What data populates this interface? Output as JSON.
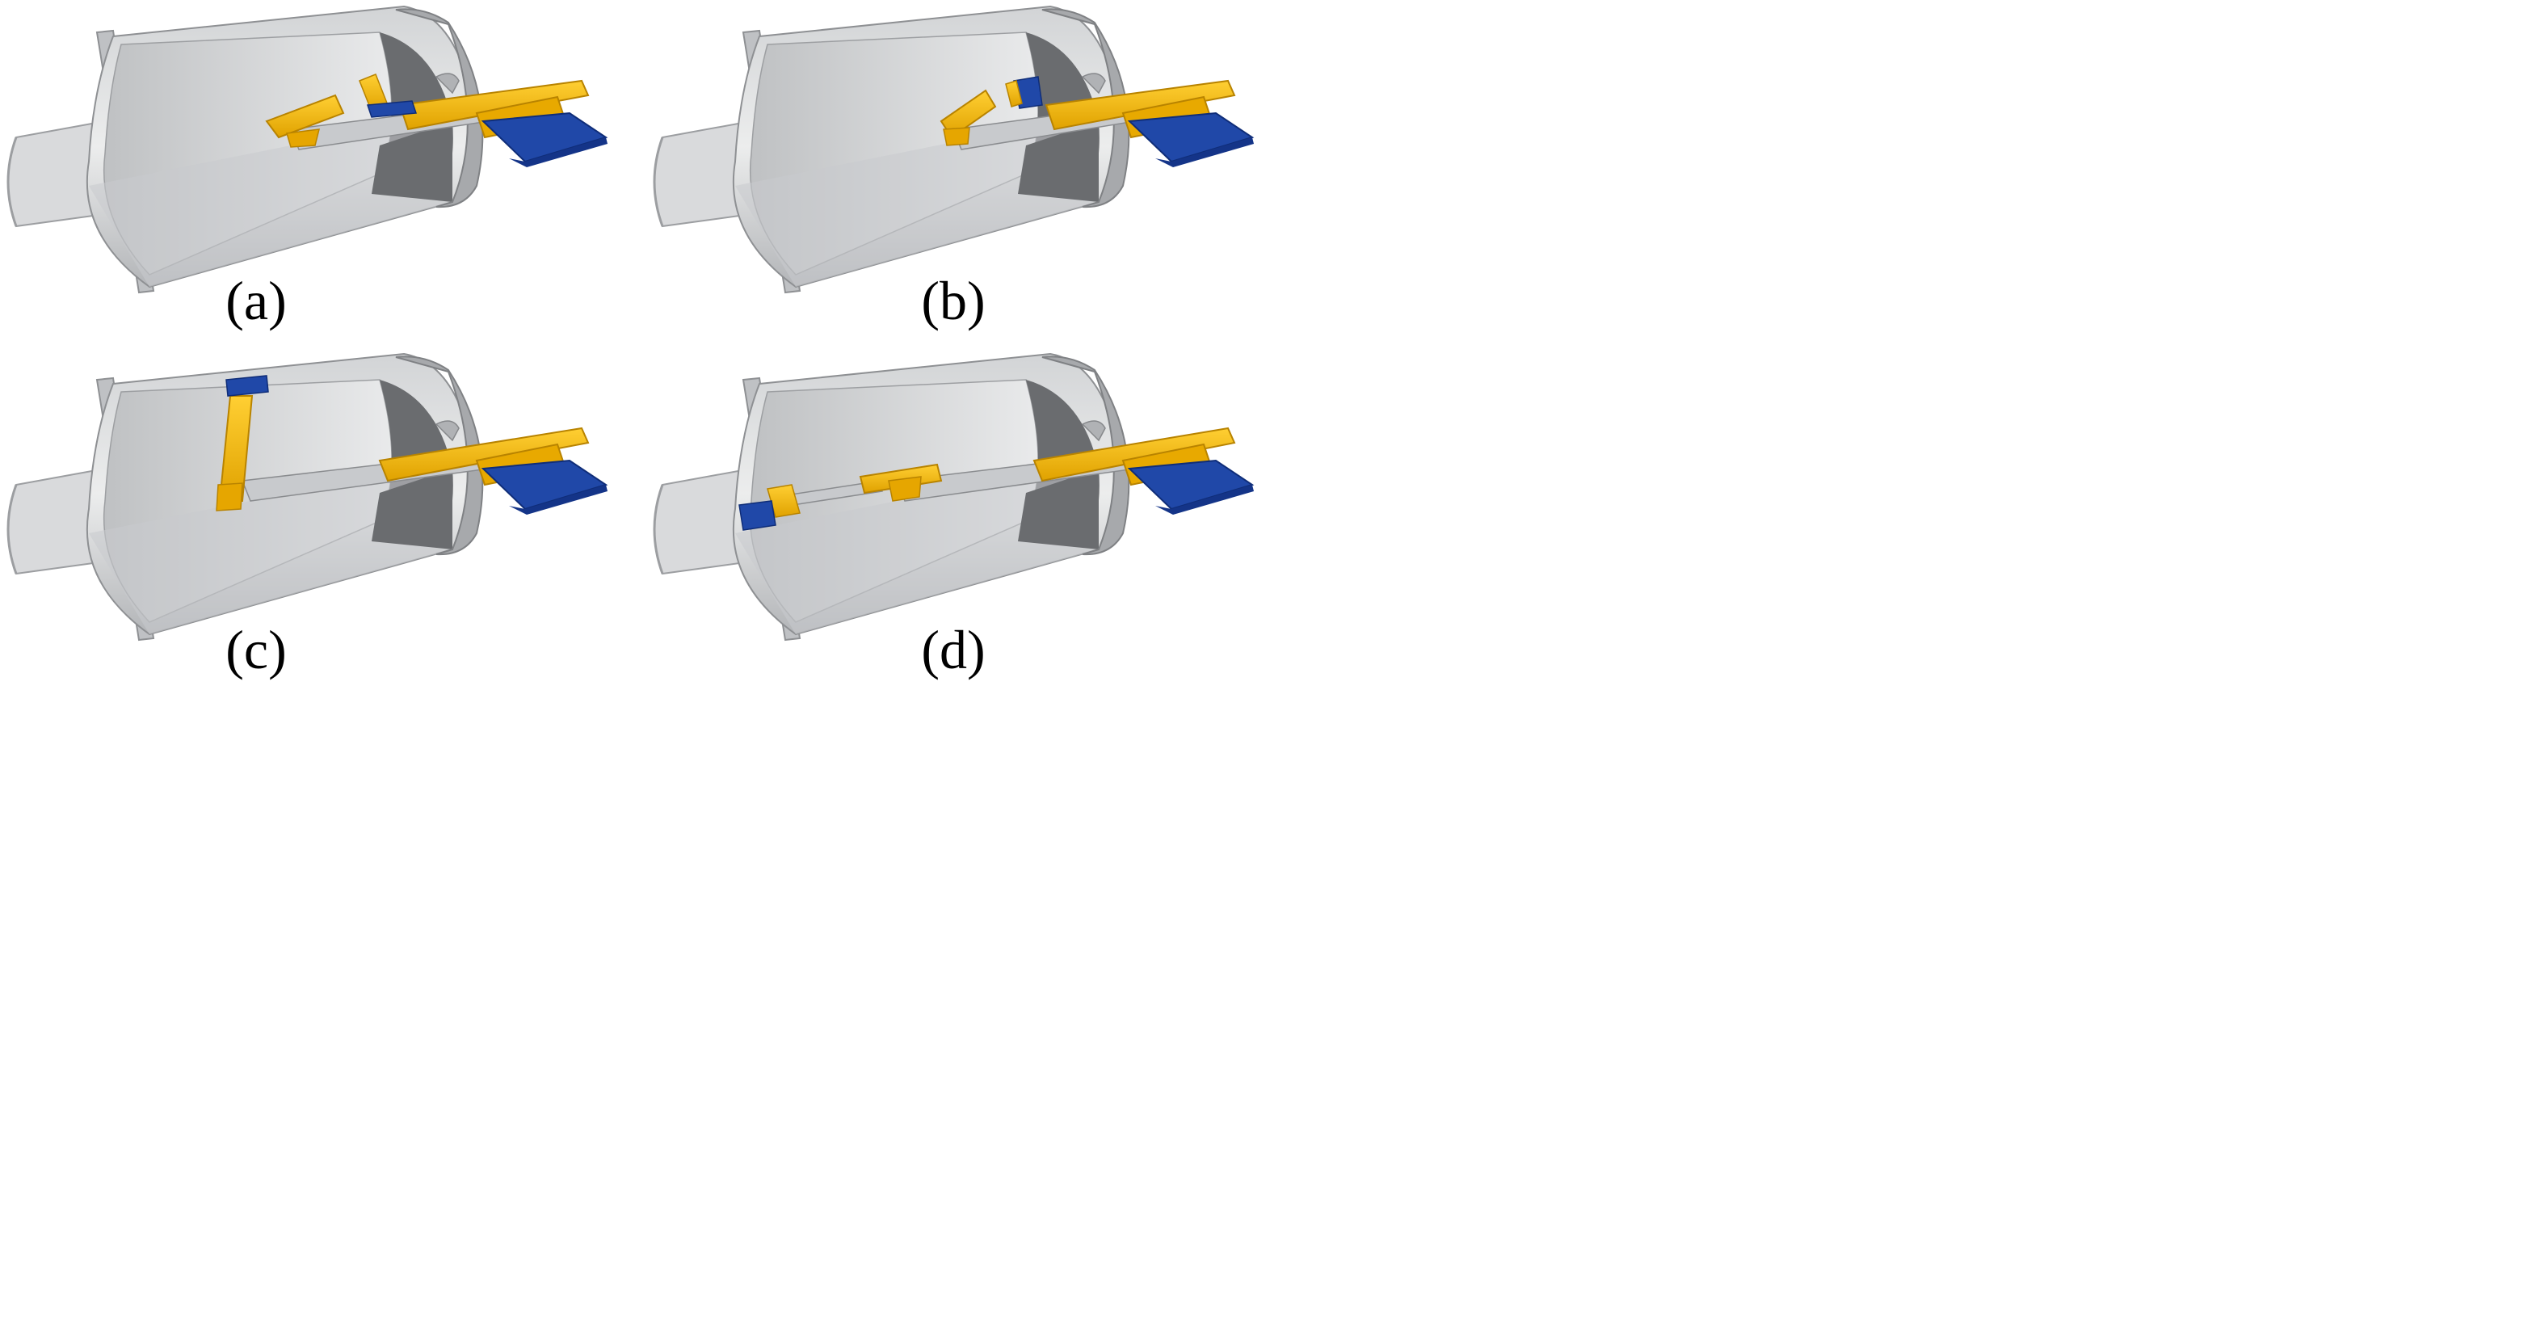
{
  "figure": {
    "panels": [
      {
        "id": "a",
        "caption": "(a)"
      },
      {
        "id": "b",
        "caption": "(b)"
      },
      {
        "id": "c",
        "caption": "(c)"
      },
      {
        "id": "d",
        "caption": "(d)"
      }
    ]
  },
  "colors": {
    "shell_light": "#e2e3e5",
    "shell_mid": "#b9bbbe",
    "shell_dark": "#8c8e91",
    "interior_dark": "#6a6c6f",
    "arm_yellow": "#f5b800",
    "arm_yellow_dark": "#c88e00",
    "pad_blue": "#1f46a6",
    "pad_blue_dark": "#102e78",
    "boom_grey": "#c9cbce"
  }
}
